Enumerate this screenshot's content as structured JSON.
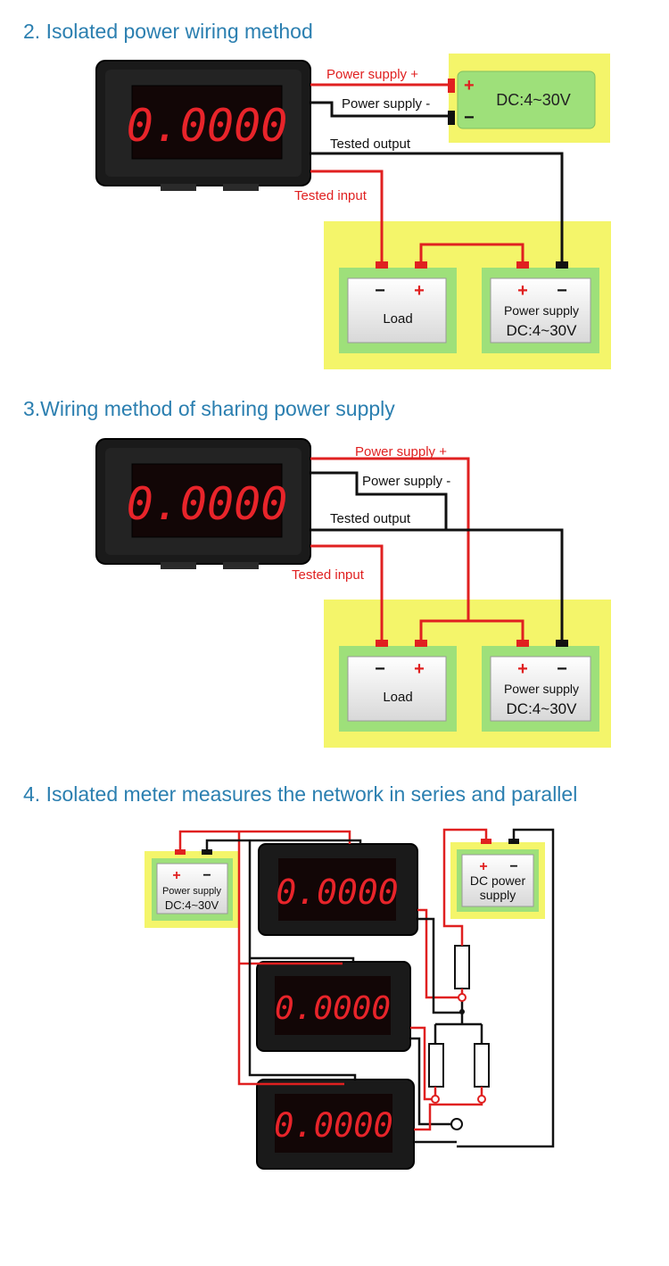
{
  "sections": [
    {
      "heading": "2. Isolated power wiring method",
      "wire_labels": {
        "power_plus": "Power supply +",
        "power_minus": "Power supply -",
        "tested_output": "Tested output",
        "tested_input": "Tested input"
      },
      "meter_reading": "0.0000",
      "dc_source": {
        "plus": "+",
        "minus": "−",
        "label": "DC:4~30V"
      },
      "load": {
        "minus": "−",
        "plus": "+",
        "label": "Load"
      },
      "power_supply": {
        "plus": "+",
        "minus": "−",
        "label": "Power supply",
        "voltage": "DC:4~30V"
      }
    },
    {
      "heading": "3.Wiring method of sharing power supply",
      "wire_labels": {
        "power_plus": "Power supply +",
        "power_minus": "Power supply -",
        "tested_output": "Tested output",
        "tested_input": "Tested input"
      },
      "meter_reading": "0.0000",
      "load": {
        "minus": "−",
        "plus": "+",
        "label": "Load"
      },
      "power_supply": {
        "plus": "+",
        "minus": "−",
        "label": "Power supply",
        "voltage": "DC:4~30V"
      }
    },
    {
      "heading": "4. Isolated meter measures the network in series and parallel",
      "meter_readings": [
        "0.0000",
        "0.0000",
        "0.0000"
      ],
      "small_supply": {
        "plus": "+",
        "minus": "−",
        "label": "Power supply",
        "voltage": "DC:4~30V"
      },
      "dc_power_supply": {
        "plus": "+",
        "minus": "−",
        "line1": "DC power",
        "line2": "supply"
      }
    }
  ],
  "colors": {
    "heading": "#2b7fb0",
    "red_wire": "#e02020",
    "black_wire": "#111111",
    "panel_yellow": "#f4f56a",
    "panel_green": "#9ee07a",
    "segment_red": "#e8242a"
  }
}
